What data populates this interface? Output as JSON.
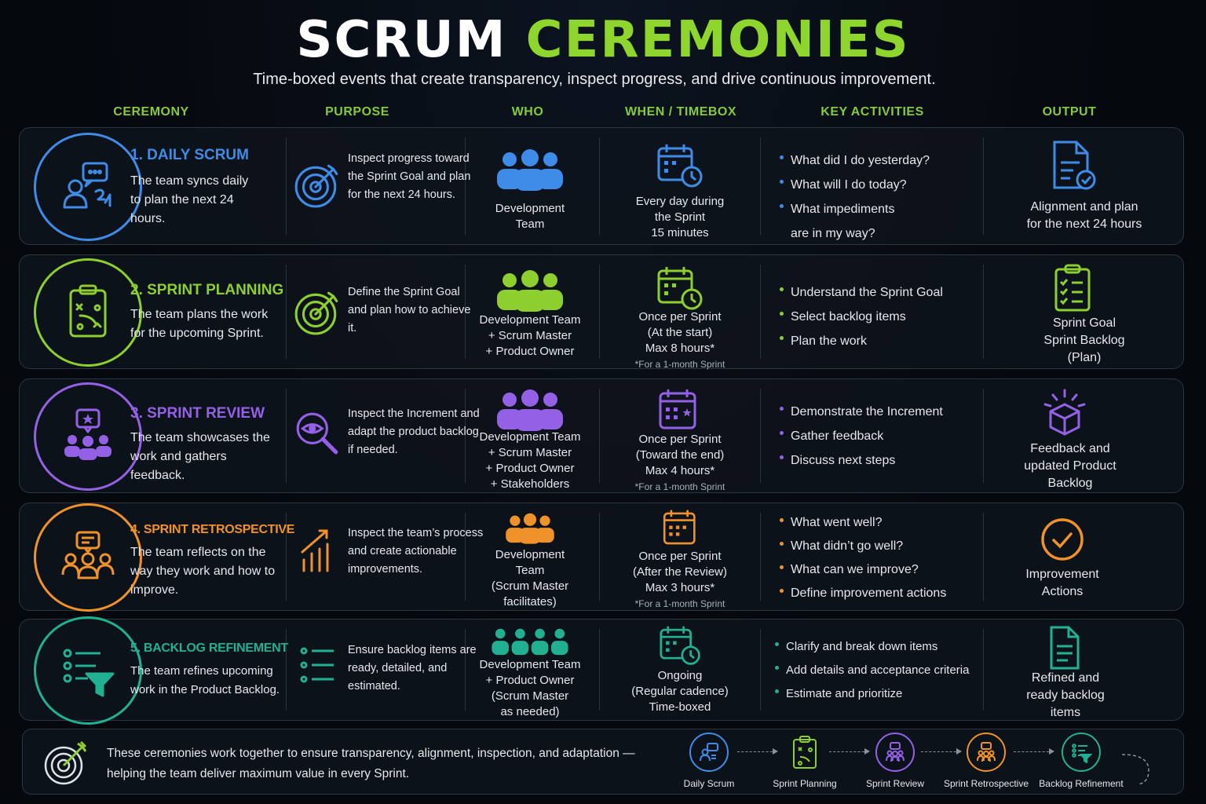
{
  "header": {
    "title_part1": "SCRUM",
    "title_part2": "CEREMONIES",
    "subtitle": "Time-boxed events that create transparency, inspect progress, and drive continuous improvement."
  },
  "columns": [
    "CEREMONY",
    "PURPOSE",
    "WHO",
    "WHEN / TIMEBOX",
    "KEY ACTIVITIES",
    "OUTPUT"
  ],
  "colors": {
    "blue": "#3f8ce8",
    "green": "#8ccf2e",
    "purple": "#9461e6",
    "orange": "#f0922a",
    "teal": "#21b192",
    "accent": "#86c93a"
  },
  "rows": [
    {
      "title": "1. DAILY SCRUM",
      "desc": "The team syncs daily to plan the next 24 hours.",
      "purpose": "Inspect progress toward the Sprint Goal and plan for the next 24 hours.",
      "who": [
        "Development",
        "Team"
      ],
      "when": [
        "Every day during",
        "the Sprint",
        "15 minutes"
      ],
      "note": "",
      "activities": [
        "What did I do yesterday?",
        "What will I do today?",
        "What impediments",
        "are in my way?"
      ],
      "output": [
        "Alignment and plan",
        "for the next 24 hours"
      ],
      "icons": {
        "main": "people-chat-icon",
        "purpose": "target-icon",
        "who": "team-icon",
        "when": "calendar-clock-icon",
        "output": "document-check-icon"
      }
    },
    {
      "title": "2. SPRINT PLANNING",
      "desc": "The team plans the work for the upcoming Sprint.",
      "purpose": "Define the Sprint Goal and plan how to achieve it.",
      "who": [
        "Development Team",
        "+ Scrum Master",
        "+ Product Owner"
      ],
      "when": [
        "Once per Sprint",
        "(At the start)",
        "Max 8 hours*"
      ],
      "note": "*For a 1-month Sprint",
      "activities": [
        "Understand the Sprint Goal",
        "Select backlog items",
        "Plan the work"
      ],
      "output": [
        "Sprint Goal",
        "Sprint Backlog",
        "(Plan)"
      ],
      "icons": {
        "main": "clipboard-strategy-icon",
        "purpose": "target-icon",
        "who": "team-icon",
        "when": "calendar-clock-icon",
        "output": "checklist-icon"
      }
    },
    {
      "title": "3. SPRINT REVIEW",
      "desc": "The team showcases the work and gathers feedback.",
      "purpose": "Inspect the Increment and adapt the product backlog if needed.",
      "who": [
        "Development Team",
        "+ Scrum Master",
        "+ Product Owner",
        "+ Stakeholders"
      ],
      "when": [
        "Once per Sprint",
        "(Toward the end)",
        "Max 4 hours*"
      ],
      "note": "*For a 1-month Sprint",
      "activities": [
        "Demonstrate the Increment",
        "Gather feedback",
        "Discuss next steps"
      ],
      "output": [
        "Feedback and",
        "updated Product",
        "Backlog"
      ],
      "icons": {
        "main": "audience-star-icon",
        "purpose": "magnifier-eye-icon",
        "who": "team-icon",
        "when": "calendar-star-icon",
        "output": "box-icon"
      }
    },
    {
      "title": "4. SPRINT RETROSPECTIVE",
      "desc": "The team reflects on the way they work and how to improve.",
      "purpose": "Inspect the team’s process and create actionable improvements.",
      "who": [
        "Development",
        "Team",
        "(Scrum Master",
        "facilitates)"
      ],
      "when": [
        "Once per Sprint",
        "(After the Review)",
        "Max 3 hours*"
      ],
      "note": "*For a 1-month Sprint",
      "activities": [
        "What went well?",
        "What didn’t go well?",
        "What can we improve?",
        "Define improvement actions"
      ],
      "output": [
        "Improvement",
        "Actions"
      ],
      "icons": {
        "main": "team-discussion-icon",
        "purpose": "growth-chart-icon",
        "who": "team-icon",
        "when": "calendar-icon",
        "output": "check-circle-icon"
      }
    },
    {
      "title": "5. BACKLOG REFINEMENT",
      "desc": "The team refines upcoming work in the Product Backlog.",
      "purpose": "Ensure backlog items are ready, detailed, and estimated.",
      "who": [
        "Development Team",
        "+ Product Owner",
        "(Scrum Master",
        "as needed)"
      ],
      "when": [
        "Ongoing",
        "(Regular cadence)",
        "Time-boxed"
      ],
      "note": "",
      "activities": [
        "Clarify and break down items",
        "Add details and acceptance criteria",
        "Estimate and prioritize"
      ],
      "output": [
        "Refined and",
        "ready backlog",
        "items"
      ],
      "icons": {
        "main": "list-funnel-icon",
        "purpose": "list-icon",
        "who": "team-icon",
        "when": "calendar-clock-icon",
        "output": "document-icon"
      }
    }
  ],
  "footer": {
    "text": "These ceremonies work together to ensure transparency, alignment, inspection, and adaptation — helping the team deliver maximum value in every Sprint.",
    "flow": [
      "Daily Scrum",
      "Sprint Planning",
      "Sprint Review",
      "Sprint Retrospective",
      "Backlog Refinement"
    ]
  }
}
